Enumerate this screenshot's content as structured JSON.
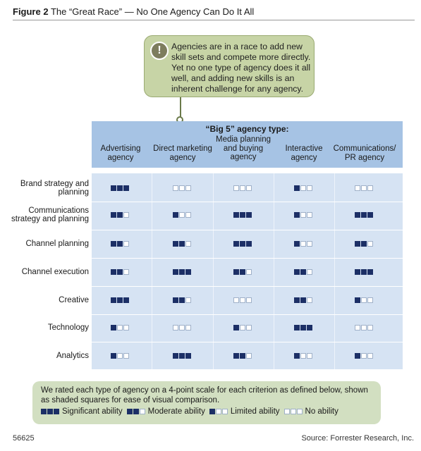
{
  "figure": {
    "label": "Figure 2",
    "title": "The “Great Race” — No One Agency Can Do It All"
  },
  "callout": {
    "icon": "exclamation-icon",
    "icon_glyph": "!",
    "text": "Agencies are in a race to add new skill sets and compete more directly. Yet no one type of agency does it all well, and adding new skills is an inherent challenge for any agency."
  },
  "chart_data": {
    "type": "table",
    "group_label": "“Big 5” agency type:",
    "columns": [
      "Advertising agency",
      "Direct marketing agency",
      "Media planning and buying agency",
      "Interactive agency",
      "Communications/ PR agency"
    ],
    "rows": [
      {
        "label": "Brand strategy and planning",
        "values": [
          3,
          0,
          0,
          1,
          0
        ]
      },
      {
        "label": "Communications strategy and planning",
        "values": [
          2,
          1,
          3,
          1,
          3
        ]
      },
      {
        "label": "Channel planning",
        "values": [
          2,
          2,
          3,
          1,
          2
        ]
      },
      {
        "label": "Channel execution",
        "values": [
          2,
          3,
          2,
          2,
          3
        ]
      },
      {
        "label": "Creative",
        "values": [
          3,
          2,
          0,
          2,
          1
        ]
      },
      {
        "label": "Technology",
        "values": [
          1,
          0,
          1,
          3,
          0
        ]
      },
      {
        "label": "Analytics",
        "values": [
          1,
          3,
          2,
          1,
          1
        ]
      }
    ],
    "scale_max": 3,
    "colors": {
      "filled": "#1c2f66",
      "empty": "#ffffff",
      "header": "#a6c3e4",
      "body": "#d6e3f3"
    }
  },
  "legend": {
    "note": "We rated each type of agency on a 4-point scale for each criterion as defined below, shown as shaded squares for ease of visual comparison.",
    "items": [
      {
        "level": 3,
        "label": "Significant ability"
      },
      {
        "level": 2,
        "label": "Moderate ability"
      },
      {
        "level": 1,
        "label": "Limited ability"
      },
      {
        "level": 0,
        "label": "No ability"
      }
    ]
  },
  "footer": {
    "id": "56625",
    "source": "Source: Forrester Research, Inc."
  }
}
